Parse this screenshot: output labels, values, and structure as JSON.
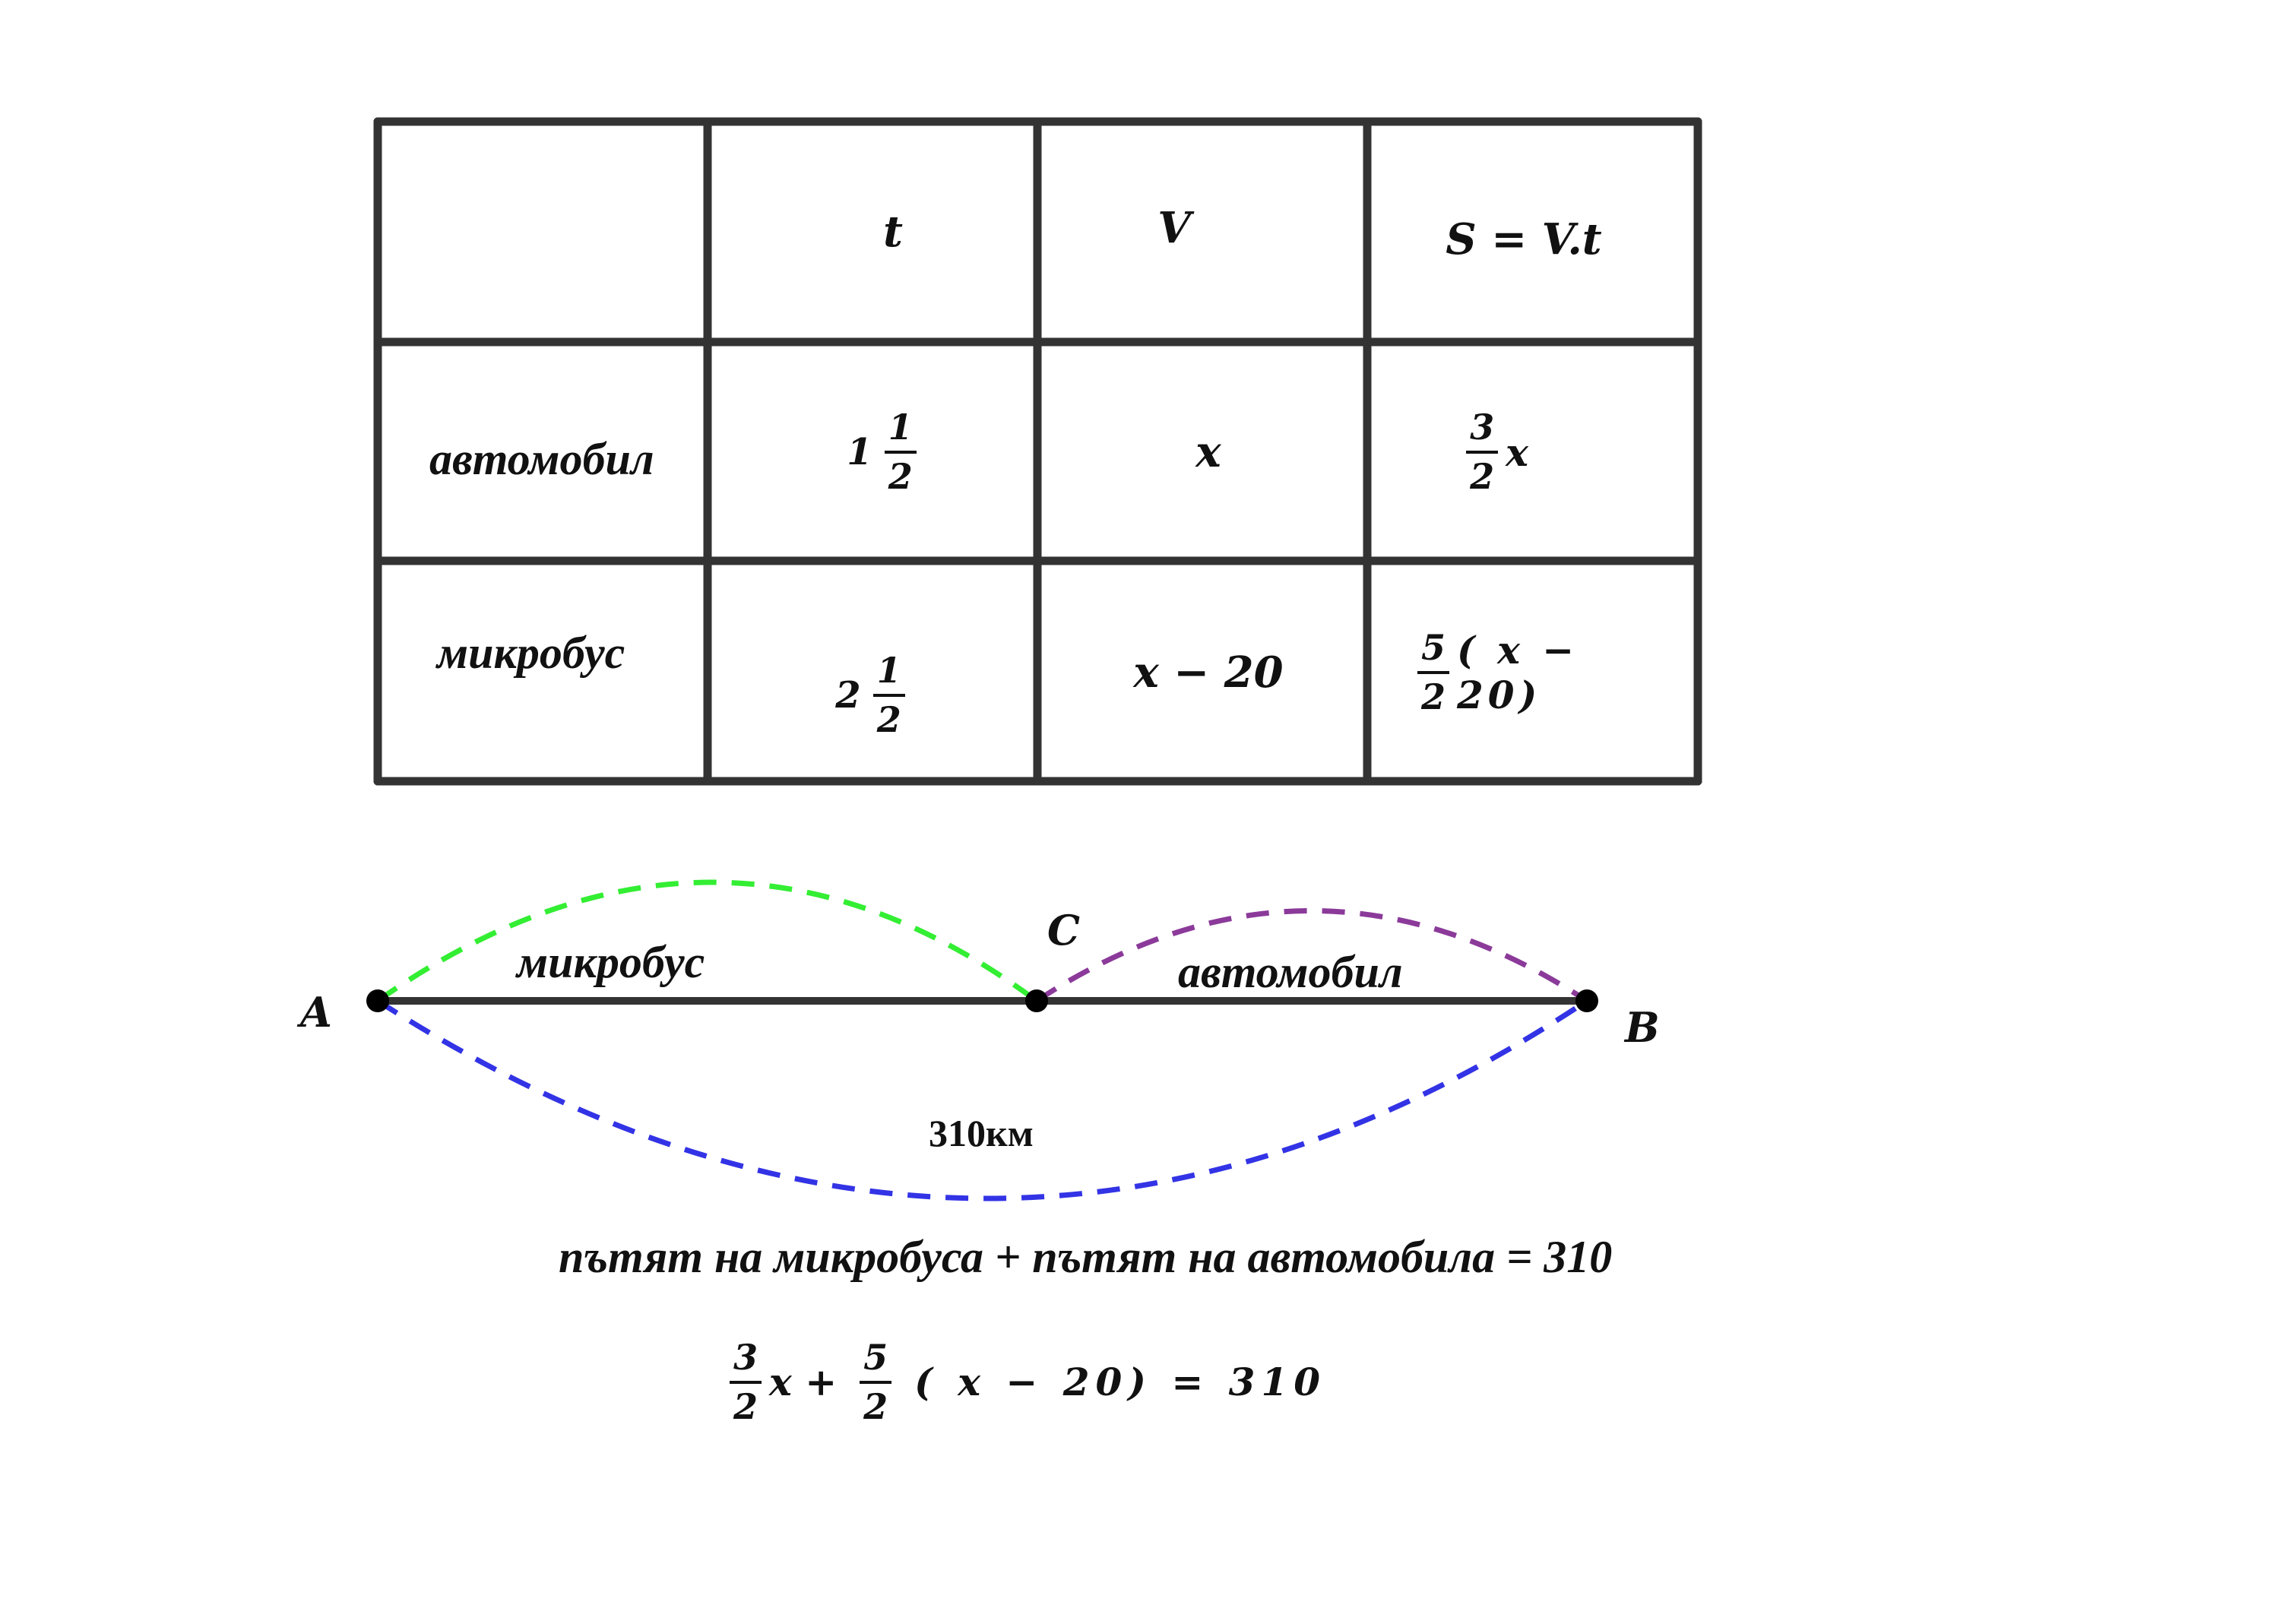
{
  "table": {
    "header": {
      "t": "t",
      "v": "V",
      "s": "S = V.t"
    },
    "rows": [
      {
        "name": "автомобил",
        "t_whole": "1",
        "t_num": "1",
        "t_den": "2",
        "v": "x",
        "s_num": "3",
        "s_den": "2",
        "s_rest": "x"
      },
      {
        "name": "микробус",
        "t_whole": "2",
        "t_num": "1",
        "t_den": "2",
        "v": "x − 20",
        "s_num": "5",
        "s_den": "2",
        "s_rest": "( x − 20)"
      }
    ]
  },
  "diagram": {
    "points": {
      "a": "A",
      "b": "B",
      "c": "C"
    },
    "segment_labels": {
      "ac": "микробус",
      "cb": "автомобил"
    },
    "total_label": "310км",
    "colors": {
      "ac_arc": "#33ee33",
      "cb_arc": "#8b3a9a",
      "ab_arc": "#3333e6",
      "line": "#333333"
    }
  },
  "equation_words": "пътят на микробуса + пътят на автомобила = 310",
  "equation": {
    "frac1_num": "3",
    "frac1_den": "2",
    "term1": "x +",
    "frac2_num": "5",
    "frac2_den": "2",
    "term2": "( x − 20) = 310"
  }
}
